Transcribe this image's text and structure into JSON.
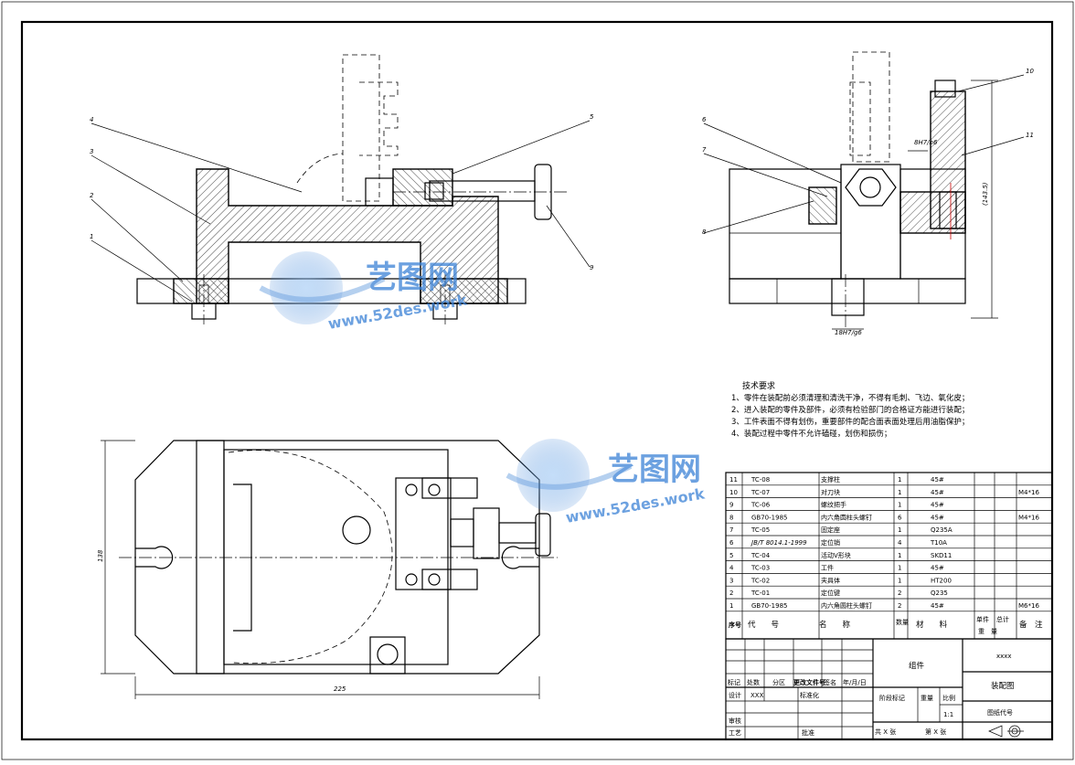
{
  "balloons": [
    "1",
    "2",
    "3",
    "4",
    "5",
    "6",
    "7",
    "8",
    "9",
    "10",
    "11"
  ],
  "dimensions": {
    "top_fit_1": "18H7/g6",
    "side_fit": "8H7/h6",
    "side_height": "(143.5)",
    "plan_height": "138",
    "plan_width": "225"
  },
  "tech_req": {
    "title": "技术要求",
    "lines": [
      "1、零件在装配前必须清理和清洗干净，不得有毛刺、飞边、氧化皮；",
      "2、进入装配的零件及部件，必须有检验部门的合格证方能进行装配；",
      "3、工件表面不得有划伤，重要部件的配合面表面处理后用油脂保护；",
      "4、装配过程中零件不允许磕碰，划伤和损伤；"
    ]
  },
  "bom": {
    "rows": [
      {
        "no": "11",
        "code": "TC-08",
        "name": "支撑柱",
        "qty": "1",
        "mat": "45#",
        "note": ""
      },
      {
        "no": "10",
        "code": "TC-07",
        "name": "对刀块",
        "qty": "1",
        "mat": "45#",
        "note": "M4*16"
      },
      {
        "no": "9",
        "code": "TC-06",
        "name": "螺纹把手",
        "qty": "1",
        "mat": "45#",
        "note": ""
      },
      {
        "no": "8",
        "code": "GB70-1985",
        "name": "内六角圆柱头螺钉",
        "qty": "6",
        "mat": "45#",
        "note": "M4*16"
      },
      {
        "no": "7",
        "code": "TC-05",
        "name": "固定座",
        "qty": "1",
        "mat": "Q235A",
        "note": ""
      },
      {
        "no": "6",
        "code": "JB/T 8014.1-1999",
        "name": "定位销",
        "qty": "4",
        "mat": "T10A",
        "note": ""
      },
      {
        "no": "5",
        "code": "TC-04",
        "name": "活动V形块",
        "qty": "1",
        "mat": "SKD11",
        "note": ""
      },
      {
        "no": "4",
        "code": "TC-03",
        "name": "工件",
        "qty": "1",
        "mat": "45#",
        "note": ""
      },
      {
        "no": "3",
        "code": "TC-02",
        "name": "夹具体",
        "qty": "1",
        "mat": "HT200",
        "note": ""
      },
      {
        "no": "2",
        "code": "TC-01",
        "name": "定位键",
        "qty": "2",
        "mat": "Q235",
        "note": ""
      },
      {
        "no": "1",
        "code": "GB70-1985",
        "name": "内六角圆柱头螺钉",
        "qty": "2",
        "mat": "45#",
        "note": "M6*16"
      }
    ],
    "header": {
      "no": "序号",
      "code": "代　　号",
      "name": "名　　称",
      "qty": "数量",
      "mat": "材　　料",
      "single": "单件",
      "total": "总计",
      "weight": "重　量",
      "note": "备　注"
    }
  },
  "title_block": {
    "company": "xxxx",
    "assembly": "组件",
    "drawing_name": "装配图",
    "drawing_code": "图纸代号",
    "scale_label": "比例",
    "scale": "1:1",
    "weight_label": "重量",
    "stage_label": "阶段标记",
    "sheets": "共 X 张",
    "sheet_no": "第 X 张",
    "row_labels": [
      "标记",
      "处数",
      "分区",
      "更改文件号",
      "签名",
      "年/月/日"
    ],
    "design": "设计",
    "designer": "XXX",
    "standard": "标准化",
    "review": "审核",
    "process": "工艺",
    "approve": "批准"
  },
  "watermarks": [
    {
      "cn": "艺图网",
      "url": "www.52des.work"
    },
    {
      "cn": "艺图网",
      "url": "www.52des.work"
    }
  ],
  "colors": {
    "line": "#000000",
    "watermark_blue": "#3b82d6",
    "accent_red": "#cc0000"
  }
}
